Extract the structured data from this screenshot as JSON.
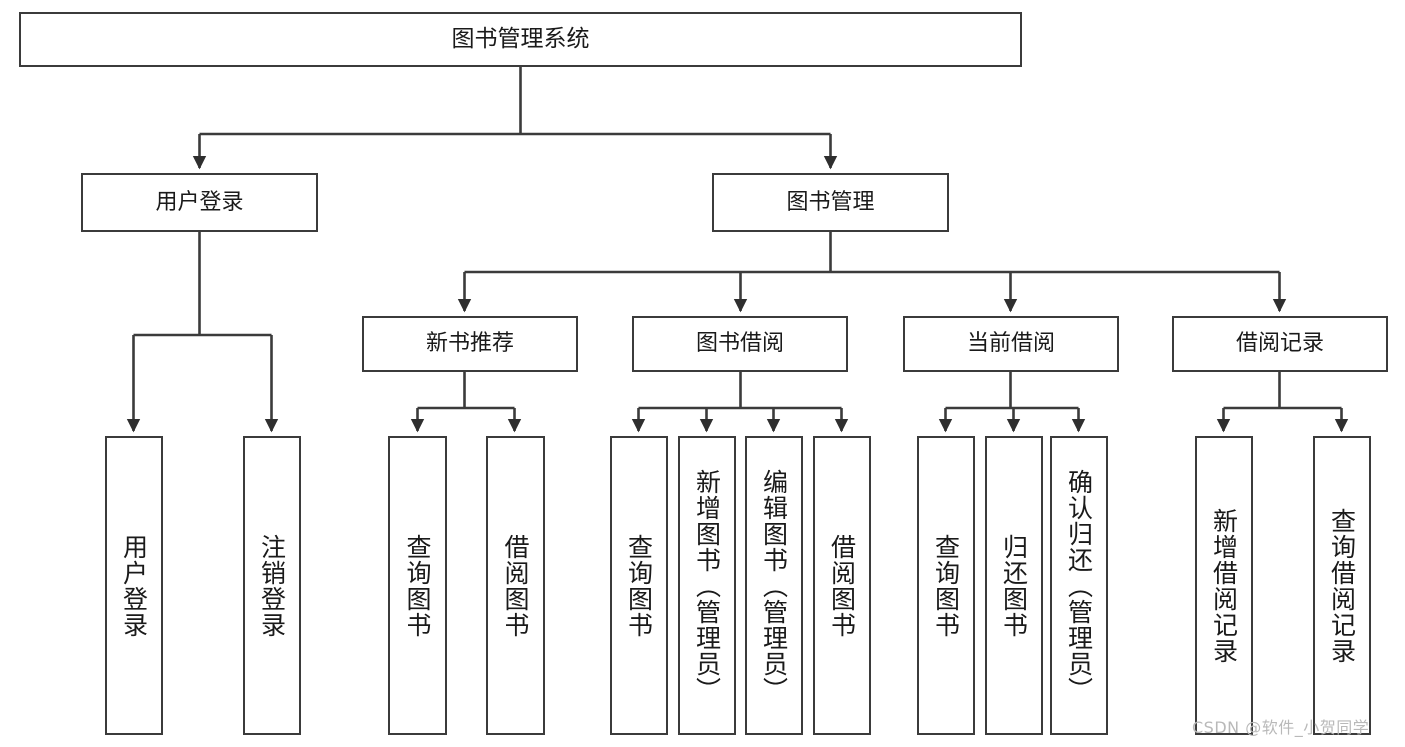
{
  "diagram": {
    "title": "图书管理系统",
    "type": "tree-hierarchy-diagram",
    "colors": {
      "stroke": "#3b3b3b",
      "fill": "#ffffff",
      "text": "#1a1a1a",
      "watermark": "#b9b9b9"
    },
    "root": {
      "id": "root",
      "label": "图书管理系统"
    },
    "level2": [
      {
        "id": "user-login",
        "label": "用户登录"
      },
      {
        "id": "book-manage",
        "label": "图书管理"
      }
    ],
    "level3": [
      {
        "id": "new-book-rec",
        "label": "新书推荐"
      },
      {
        "id": "book-borrow",
        "label": "图书借阅"
      },
      {
        "id": "current-borrow",
        "label": "当前借阅"
      },
      {
        "id": "borrow-record",
        "label": "借阅记录"
      }
    ],
    "leaves": {
      "user_login": [
        {
          "id": "leaf-user-login",
          "label": "用户登录"
        },
        {
          "id": "leaf-logout",
          "label": "注销登录"
        }
      ],
      "new_book_rec": [
        {
          "id": "leaf-query-book-1",
          "label": "查询图书"
        },
        {
          "id": "leaf-borrow-book-1",
          "label": "借阅图书"
        }
      ],
      "book_borrow": [
        {
          "id": "leaf-query-book-2",
          "label": "查询图书"
        },
        {
          "id": "leaf-add-book",
          "label": "新增图书（管理员）"
        },
        {
          "id": "leaf-edit-book",
          "label": "编辑图书（管理员）"
        },
        {
          "id": "leaf-borrow-book-2",
          "label": "借阅图书"
        }
      ],
      "current_borrow": [
        {
          "id": "leaf-query-book-3",
          "label": "查询图书"
        },
        {
          "id": "leaf-return-book",
          "label": "归还图书"
        },
        {
          "id": "leaf-confirm-return",
          "label": "确认归还（管理员）"
        }
      ],
      "borrow_record": [
        {
          "id": "leaf-add-record",
          "label": "新增借阅记录"
        },
        {
          "id": "leaf-query-record",
          "label": "查询借阅记录"
        }
      ]
    }
  },
  "watermark": "CSDN @软件_小贺同学"
}
